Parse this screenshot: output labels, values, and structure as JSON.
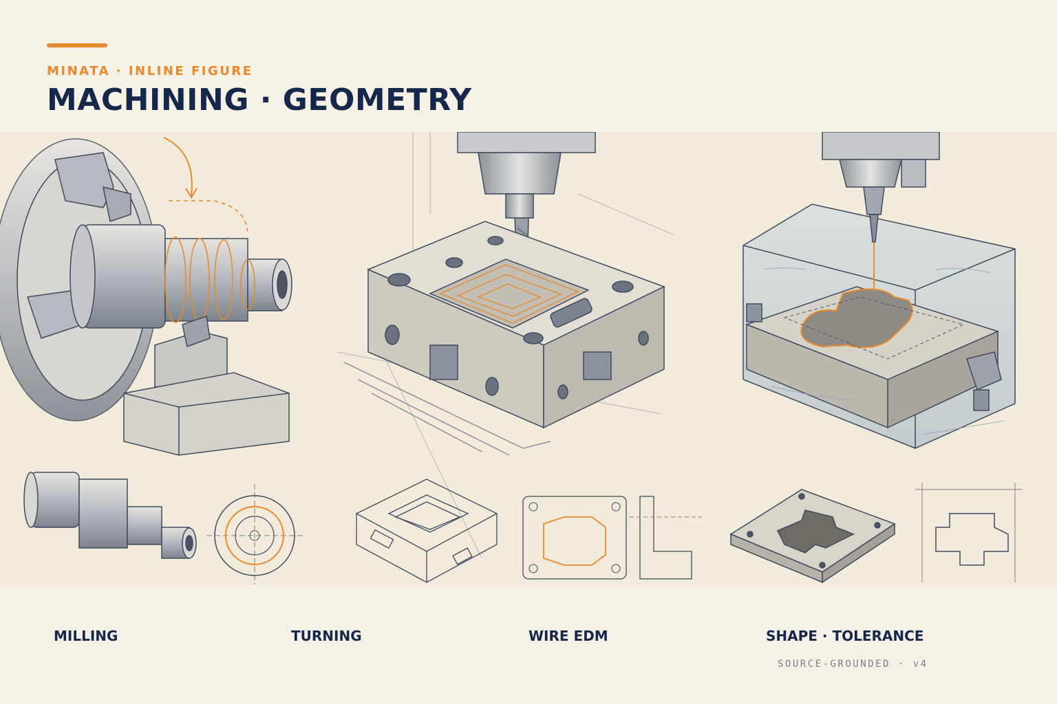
{
  "header": {
    "eyebrow": "MINATA · INLINE FIGURE",
    "title": "MACHINING · GEOMETRY",
    "accent_color": "#e8892b",
    "title_color": "#15284a"
  },
  "labels": {
    "milling": "MILLING",
    "turning": "TURNING",
    "wire_edm": "WIRE EDM",
    "shape_tolerance": "SHAPE · TOLERANCE"
  },
  "footer": {
    "note": "SOURCE-GROUNDED · v4"
  },
  "illustration": {
    "style": "pencil-sketch",
    "panels": [
      "lathe-turning-icon",
      "milling-block-icon",
      "wire-edm-tank-icon"
    ],
    "detail_icons": [
      "shaft-profile-icon",
      "circular-section-icon",
      "pocket-block-wireframe-icon",
      "plan-view-icon",
      "plate-cutout-icon",
      "cutout-outline-icon"
    ],
    "ink_color": "#3d4a5c",
    "highlight_color": "#e8892b"
  }
}
